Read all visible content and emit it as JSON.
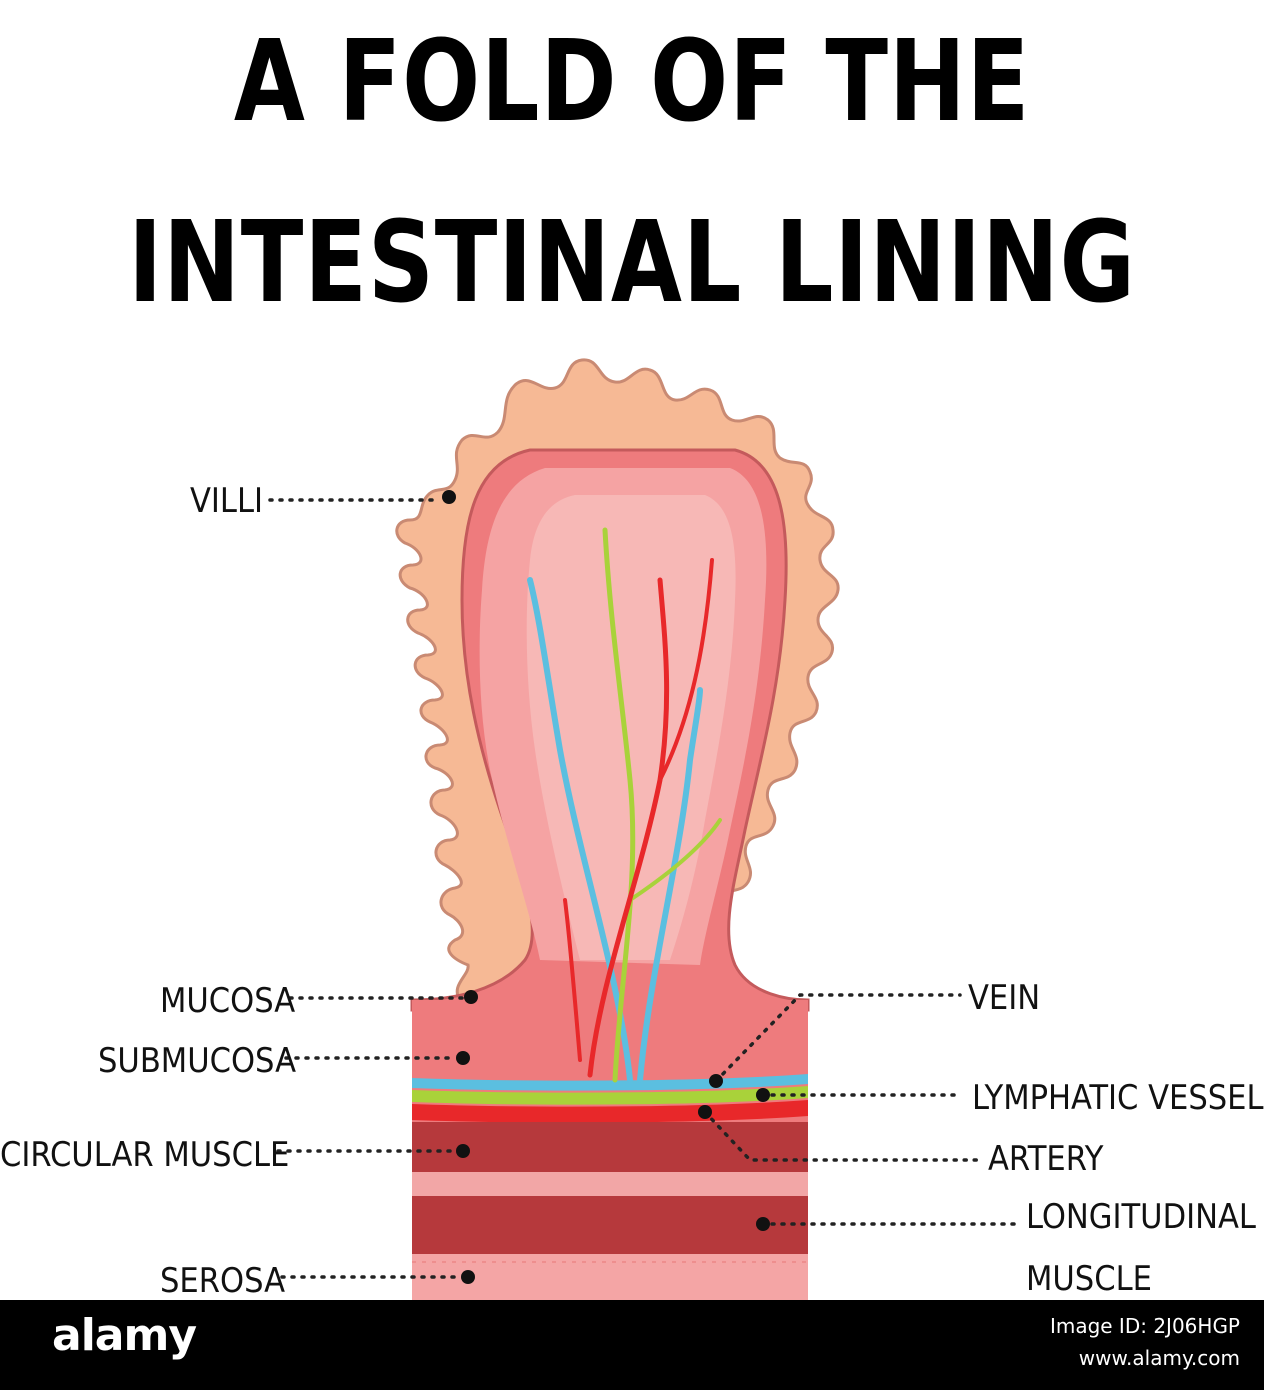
{
  "title": {
    "line1": "A FOLD OF THE",
    "line2": "INTESTINAL LINING"
  },
  "labels": {
    "villi": "VILLI",
    "mucosa": "MUCOSA",
    "submucosa": "SUBMUCOSA",
    "circular_muscle": "CIRCULAR MUSCLE",
    "serosa": "SEROSA",
    "vein": "VEIN",
    "lymphatic_vessel": "LYMPHATIC VESSEL",
    "artery": "ARTERY",
    "longitudinal_muscle_line1": "LONGITUDINAL",
    "longitudinal_muscle_line2": "MUSCLE"
  },
  "footer": {
    "brand": "alamy",
    "image_id": "Image ID: 2J06HGP",
    "site": "www.alamy.com"
  },
  "colors": {
    "villi_outer": "#f6b995",
    "villi_border": "#c98a73",
    "mucosa": "#ee7b7d",
    "mucosa_inner": "#f5a3a3",
    "inner_highlight": "#f7b5b5",
    "vein": "#5bbfe0",
    "lymphatic": "#a9d23a",
    "artery": "#e8282a",
    "circular_muscle": "#b6393c",
    "light_band": "#f2a6a6",
    "serosa": "#f4a5a5"
  }
}
